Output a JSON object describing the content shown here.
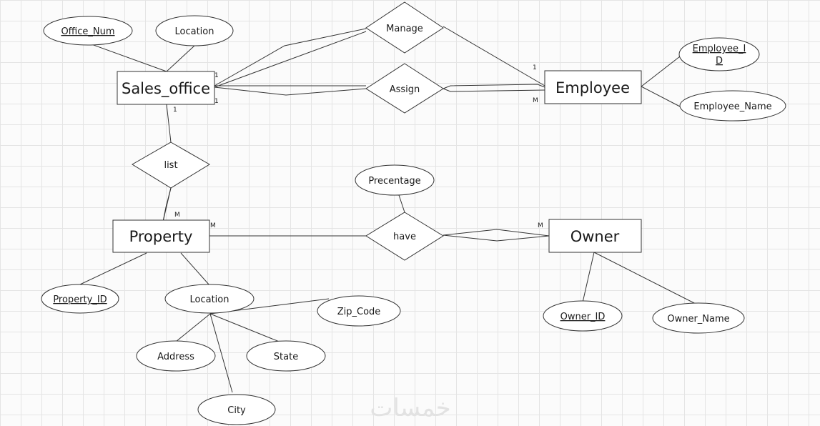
{
  "entities": {
    "sales_office": "Sales_office",
    "employee": "Employee",
    "property": "Property",
    "owner": "Owner"
  },
  "relationships": {
    "manage": "Manage",
    "assign": "Assign",
    "list": "list",
    "have": "have"
  },
  "attributes": {
    "office_num": "Office_Num",
    "so_location": "Location",
    "employee_id_line1": "Employee_I",
    "employee_id_line2": "D",
    "employee_name": "Employee_Name",
    "precentage": "Precentage",
    "property_id": "Property_ID",
    "prop_location": "Location",
    "zip_code": "Zip_Code",
    "address": "Address",
    "state": "State",
    "city": "City",
    "owner_id": "Owner_ID",
    "owner_name": "Owner_Name"
  },
  "cardinalities": {
    "so_manage": "1",
    "so_assign": "1",
    "so_list": "1",
    "emp_manage": "1",
    "emp_assign": "M",
    "prop_list": "M",
    "prop_have": "M",
    "owner_have": "M"
  },
  "watermark": "خمسات"
}
